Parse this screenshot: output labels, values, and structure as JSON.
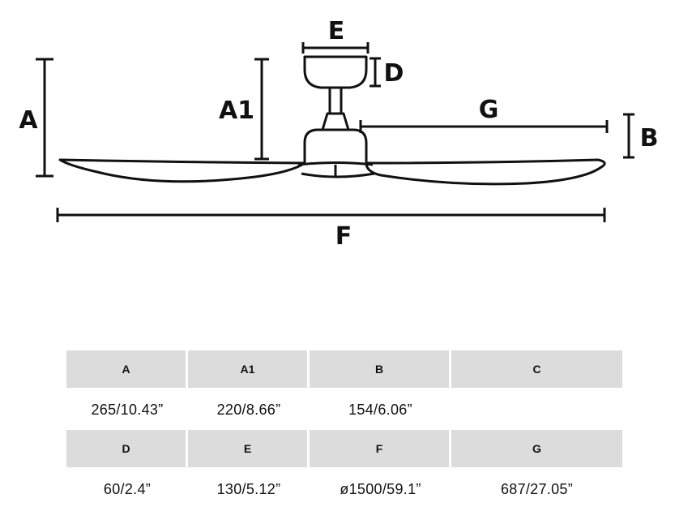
{
  "diagram": {
    "labels": {
      "a": "A",
      "a1": "A1",
      "b": "B",
      "d": "D",
      "e": "E",
      "f": "F",
      "g": "G"
    },
    "line_color": "#111111"
  },
  "table": {
    "header_color": "#dcdcdc",
    "rows": [
      {
        "headers": [
          "A",
          "A1",
          "B",
          "C"
        ],
        "values": [
          "265/10.43”",
          "220/8.66”",
          "154/6.06”",
          ""
        ]
      },
      {
        "headers": [
          "D",
          "E",
          "F",
          "G"
        ],
        "values": [
          "60/2.4”",
          "130/5.12”",
          "ø1500/59.1”",
          "687/27.05”"
        ]
      }
    ]
  }
}
